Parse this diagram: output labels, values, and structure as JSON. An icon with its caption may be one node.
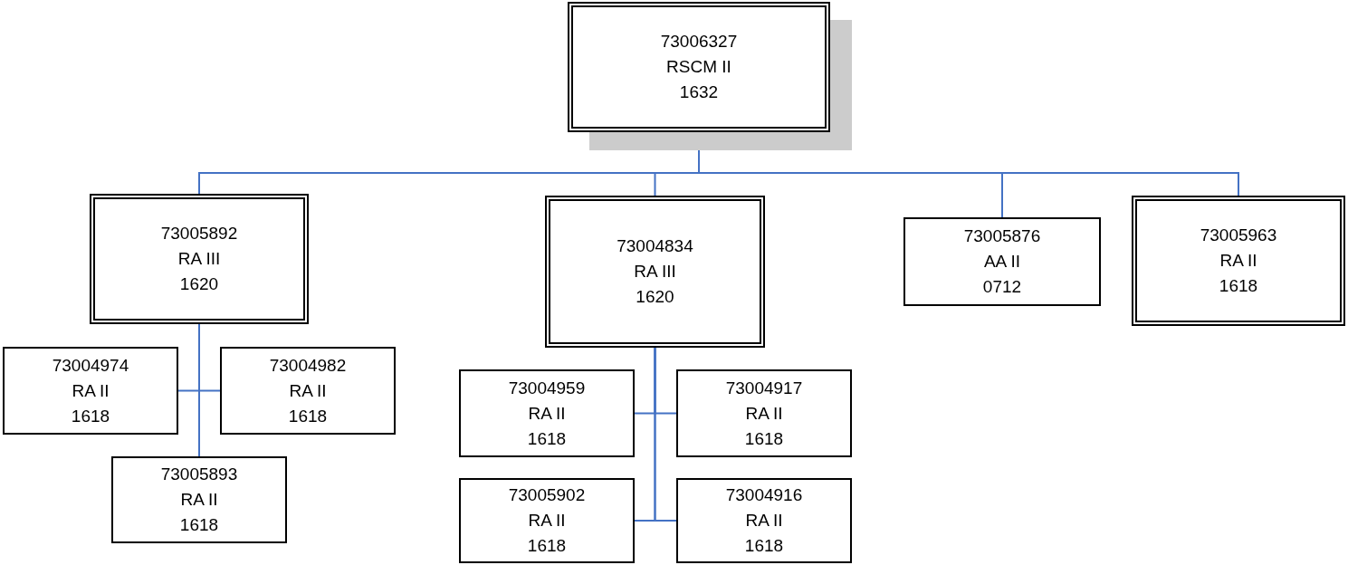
{
  "diagram": {
    "nodes": [
      {
        "text": [
          "73006327",
          "RSCM II",
          "1632"
        ]
      },
      {
        "text": [
          "73005892",
          "RA III",
          "1620"
        ]
      },
      {
        "text": [
          "73004834",
          "RA III",
          "1620"
        ]
      },
      {
        "text": [
          "73005876",
          "AA II",
          "0712"
        ]
      },
      {
        "text": [
          "73005963",
          "RA II",
          "1618"
        ]
      },
      {
        "text": [
          "73004974",
          "RA II",
          "1618"
        ]
      },
      {
        "text": [
          "73004982",
          "RA II",
          "1618"
        ]
      },
      {
        "text": [
          "73005893",
          "RA II",
          "1618"
        ]
      },
      {
        "text": [
          "73004959",
          "RA II",
          "1618"
        ]
      },
      {
        "text": [
          "73004917",
          "RA II",
          "1618"
        ]
      },
      {
        "text": [
          "73005902",
          "RA II",
          "1618"
        ]
      },
      {
        "text": [
          "73004916",
          "RA II",
          "1618"
        ]
      }
    ],
    "edges": [
      {
        "from": 0,
        "to": 1,
        "arrow": "none"
      },
      {
        "from": 0,
        "to": 2,
        "arrow": "none"
      },
      {
        "from": 0,
        "to": 3,
        "arrow": "none"
      },
      {
        "from": 0,
        "to": 4,
        "arrow": "none"
      },
      {
        "from": 1,
        "to": 5,
        "arrow": "none"
      },
      {
        "from": 1,
        "to": 6,
        "arrow": "none"
      },
      {
        "from": 1,
        "to": 7,
        "arrow": "none"
      },
      {
        "from": 2,
        "to": 8,
        "arrow": "none"
      },
      {
        "from": 2,
        "to": 9,
        "arrow": "none"
      },
      {
        "from": 2,
        "to": 10,
        "arrow": "none"
      },
      {
        "from": 2,
        "to": 11,
        "arrow": "none"
      }
    ]
  }
}
